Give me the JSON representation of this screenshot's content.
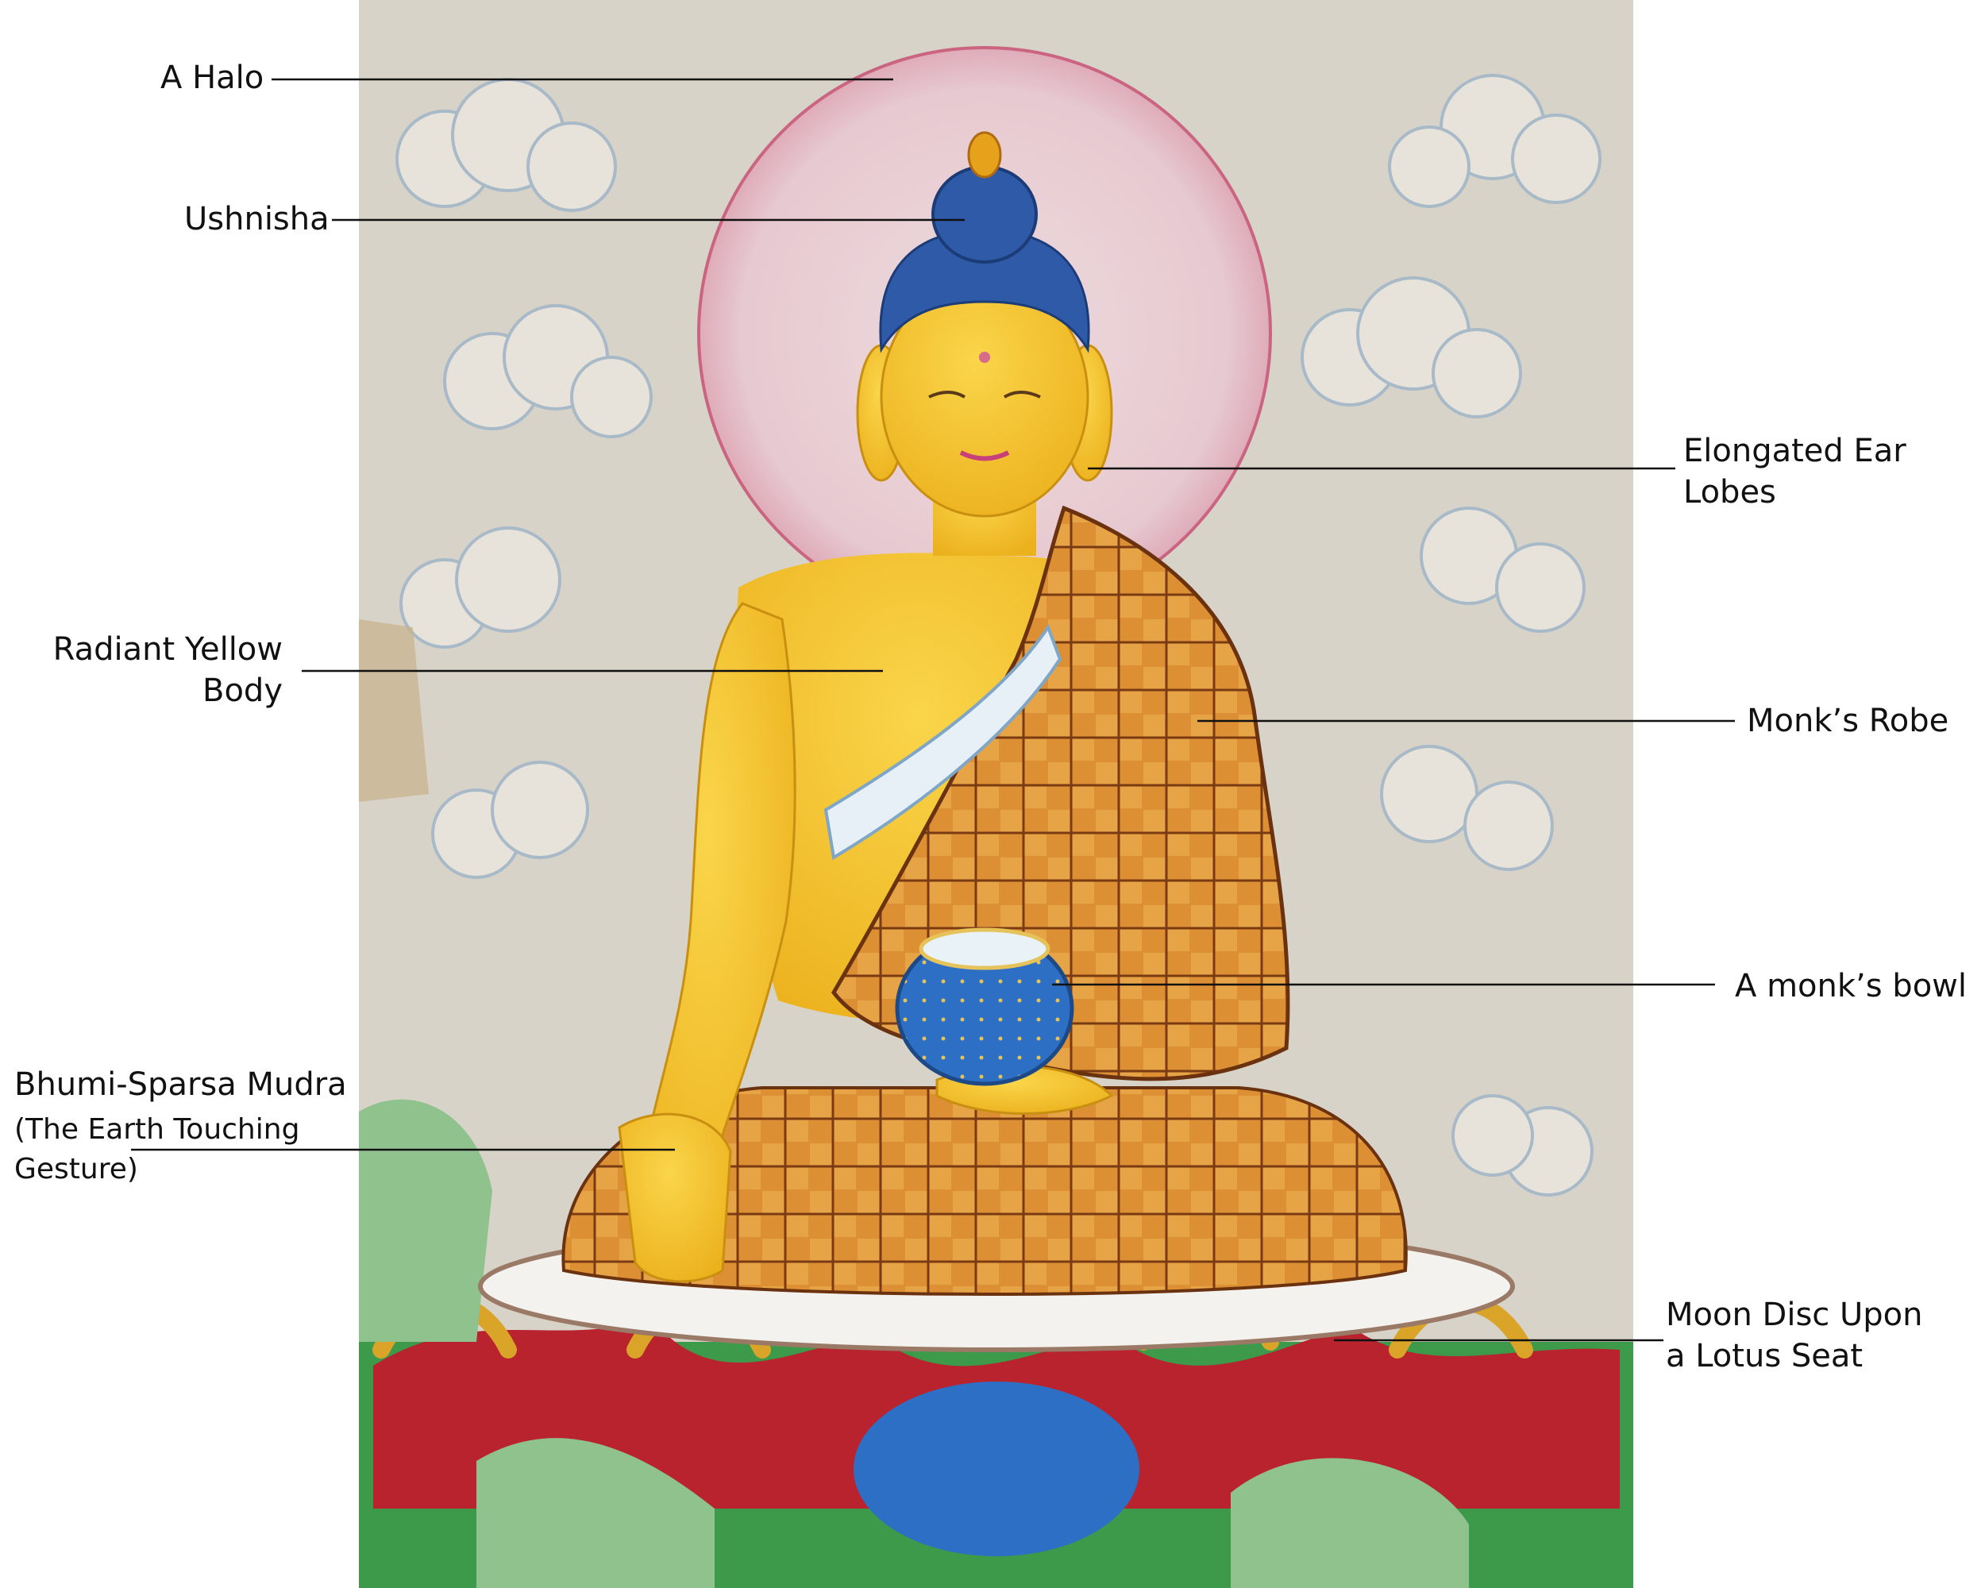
{
  "labels": {
    "halo": "A Halo",
    "ushnisha": "Ushnisha",
    "ear_lobes": [
      "Elongated Ear",
      "Lobes"
    ],
    "body": [
      "Radiant Yellow",
      "Body"
    ],
    "robe": "Monk’s Robe",
    "bowl": "A monk’s bowl",
    "mudra_title": "Bhumi-Sparsa Mudra",
    "mudra_sub": [
      "(The Earth Touching",
      "Gesture)"
    ],
    "seat": [
      "Moon Disc Upon",
      "a Lotus Seat"
    ]
  },
  "colors": {
    "background_canvas": "#d8d3c8",
    "halo": "#c9587a",
    "hair": "#2f5aa8",
    "skin": "#f2c22c",
    "robe": "#d9892e",
    "bowl": "#2d6fc4",
    "lotus_green": "#3d9a4a",
    "lotus_red": "#b8232e",
    "gold": "#d9a428"
  }
}
